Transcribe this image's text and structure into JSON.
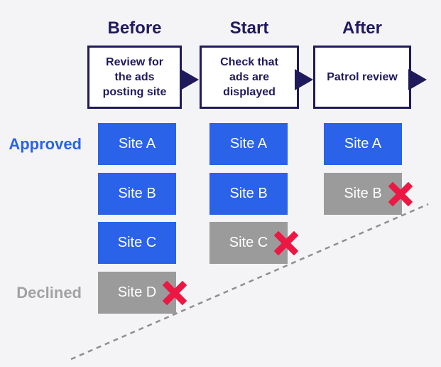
{
  "colors": {
    "background": "#f4f4f6",
    "navy": "#1f1a5c",
    "approved_blue": "#2a62e9",
    "declined_gray": "#9b9b9b",
    "declined_label_gray": "#a2a2a2",
    "cross_red": "#ec1743",
    "separator_gray": "#8f8f8f"
  },
  "flow": {
    "columns": [
      {
        "header": "Before",
        "step": "Review for\nthe ads\nposting site"
      },
      {
        "header": "Start",
        "step": "Check that\nads are\ndisplayed"
      },
      {
        "header": "After",
        "step": "Patrol review"
      }
    ]
  },
  "row_labels": {
    "approved": "Approved",
    "declined": "Declined"
  },
  "sites": {
    "before": [
      {
        "label": "Site A",
        "status": "approved"
      },
      {
        "label": "Site B",
        "status": "approved"
      },
      {
        "label": "Site C",
        "status": "approved"
      },
      {
        "label": "Site D",
        "status": "declined",
        "crossed": true
      }
    ],
    "start": [
      {
        "label": "Site A",
        "status": "approved"
      },
      {
        "label": "Site B",
        "status": "approved"
      },
      {
        "label": "Site C",
        "status": "declined",
        "crossed": true
      }
    ],
    "after": [
      {
        "label": "Site A",
        "status": "approved"
      },
      {
        "label": "Site B",
        "status": "declined",
        "crossed": true
      }
    ]
  }
}
